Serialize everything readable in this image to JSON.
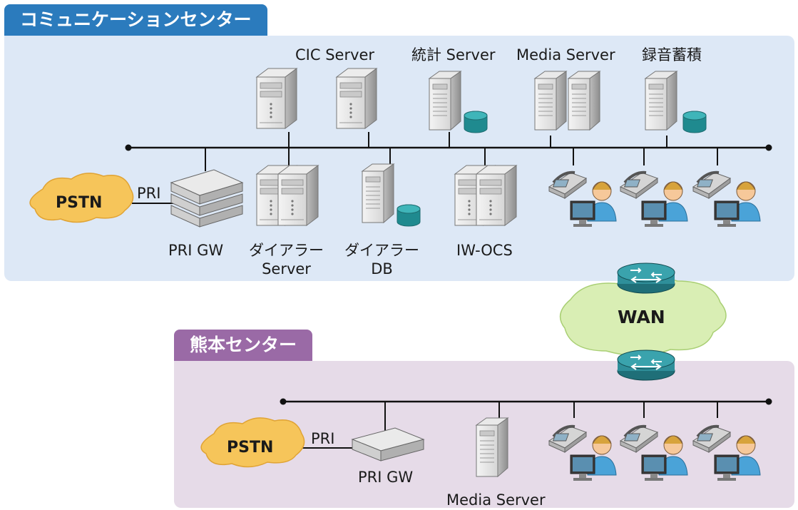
{
  "top_center": {
    "title": "コミュニケーションセンター",
    "labels": {
      "cic_server": "CIC Server",
      "stats_server": "統計 Server",
      "media_server": "Media Server",
      "recording": "録音蓄積",
      "pstn": "PSTN",
      "pri": "PRI",
      "pri_gw": "PRI GW",
      "dialer_server_1": "ダイアラー",
      "dialer_server_2": "Server",
      "dialer_db_1": "ダイアラー",
      "dialer_db_2": "DB",
      "iw_ocs": "IW-OCS"
    }
  },
  "wan": {
    "label": "WAN"
  },
  "bottom_center": {
    "title": "熊本センター",
    "labels": {
      "pstn": "PSTN",
      "pri": "PRI",
      "pri_gw": "PRI GW",
      "media_server": "Media Server"
    }
  },
  "colors": {
    "top_panel": "#dde8f6",
    "top_tab": "#2b7bbd",
    "bottom_panel": "#e6dbe8",
    "bottom_tab": "#9a6aa6",
    "pstn_cloud": "#f6c55a",
    "wan_cloud": "#d9eeb4",
    "router": "#2f8f9a",
    "db": "#1f8a8f",
    "agent": "#4aa3d8"
  }
}
